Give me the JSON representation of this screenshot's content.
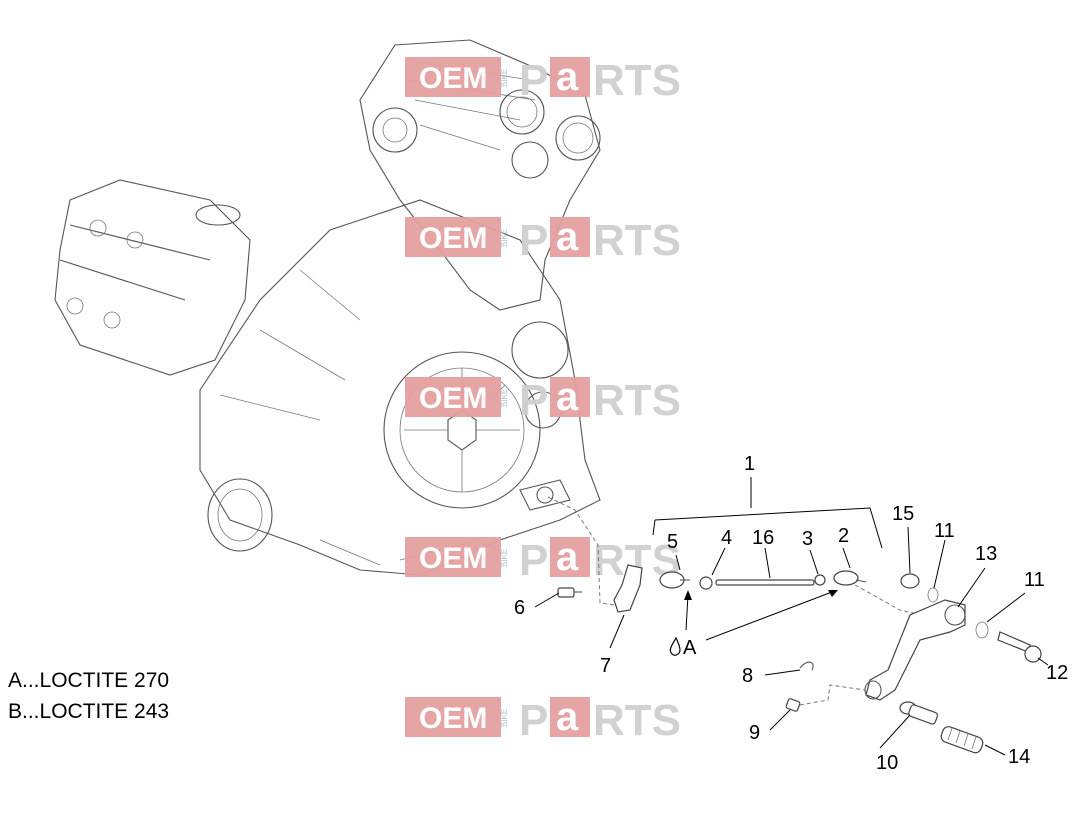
{
  "watermark": {
    "oem": "OEM",
    "bike": "BIKE",
    "p": "P",
    "a": "a",
    "rts": "RTS"
  },
  "notes": [
    "A...LOCTITE 270",
    "B...LOCTITE 243"
  ],
  "callouts": [
    "1",
    "2",
    "3",
    "4",
    "5",
    "6",
    "7",
    "8",
    "9",
    "10",
    "11",
    "11",
    "12",
    "13",
    "14",
    "15",
    "16"
  ],
  "loctite_marker": "A",
  "colors": {
    "watermark_red": "#e5a0a0",
    "watermark_grey": "#cfcfcf",
    "line": "#555555"
  }
}
